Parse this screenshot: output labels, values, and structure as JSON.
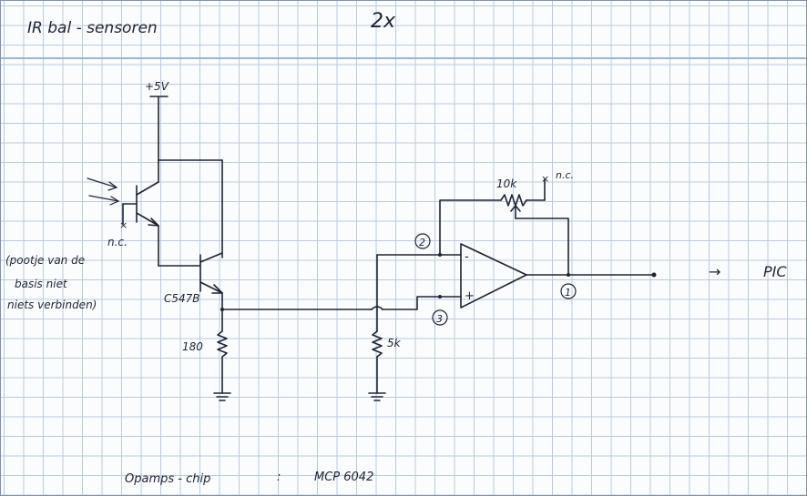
{
  "title": "IR bal - sensoren",
  "multiplier": "2x",
  "supply_label": "+5V",
  "phototransistor_nc": "n.c.",
  "note_lines": [
    "(pootje van de",
    "basis niet",
    "niets verbinden)"
  ],
  "transistor_label": "C547B",
  "r_emitter": "180",
  "r_input": "5k",
  "pot_label": "10k",
  "pot_nc": "n.c.",
  "pin_minus": "2",
  "pin_plus": "3",
  "pin_out": "1",
  "sign_minus": "-",
  "sign_plus": "+",
  "output_arrow": "→",
  "output_label": "PIC",
  "footer": {
    "label": "Opamps - chip",
    "colon": ":",
    "value": "MCP 6042"
  }
}
